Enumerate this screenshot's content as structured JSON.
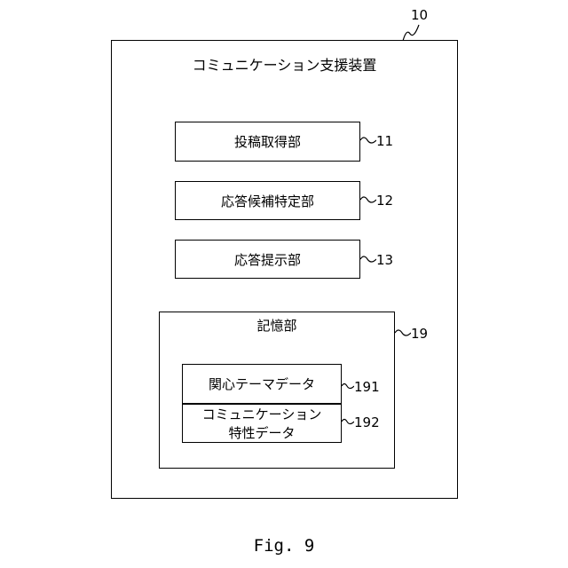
{
  "device": {
    "ref": "10",
    "title": "コミュニケーション支援装置"
  },
  "units": [
    {
      "label": "投稿取得部",
      "ref": "11"
    },
    {
      "label": "応答候補特定部",
      "ref": "12"
    },
    {
      "label": "応答提示部",
      "ref": "13"
    }
  ],
  "storage": {
    "label": "記憶部",
    "ref": "19",
    "items": [
      {
        "lines": [
          "関心テーマデータ"
        ],
        "ref": "191"
      },
      {
        "lines": [
          "コミュニケーション",
          "特性データ"
        ],
        "ref": "192"
      }
    ]
  },
  "caption": "Fig. 9"
}
